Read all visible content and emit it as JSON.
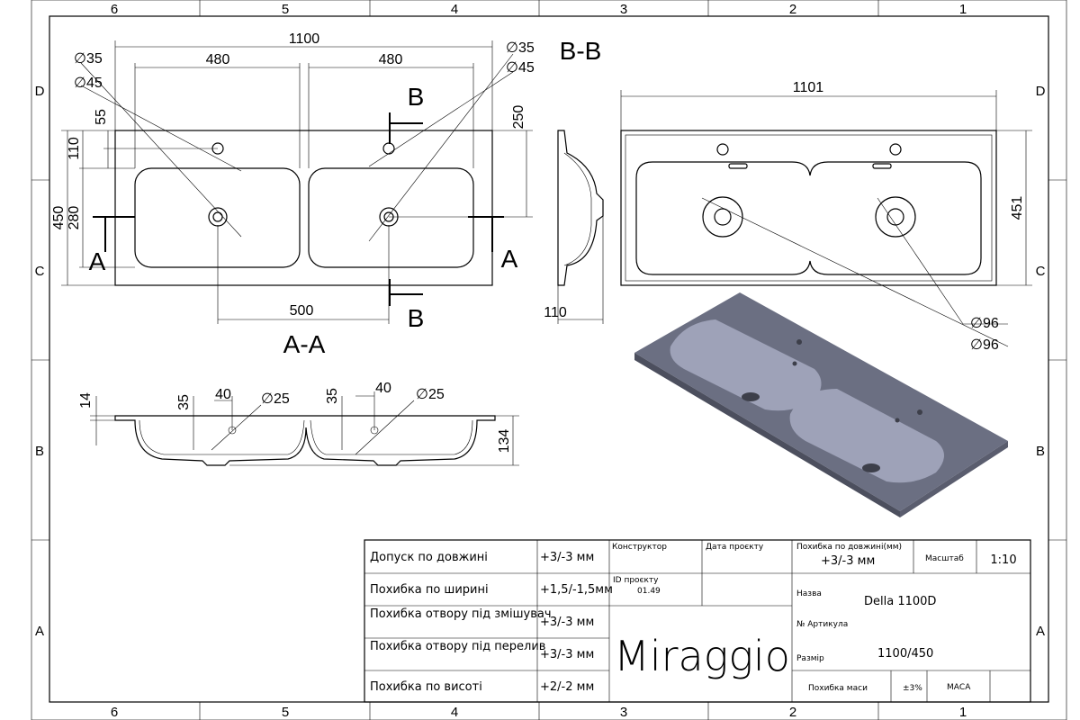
{
  "frame": {
    "columns": [
      "6",
      "5",
      "4",
      "3",
      "2",
      "1"
    ],
    "rows": [
      "D",
      "C",
      "B",
      "A"
    ]
  },
  "views": {
    "plan": {
      "width": "1100",
      "half1": "480",
      "half2": "480",
      "d35": "∅35",
      "d45": "∅45",
      "h55": "55",
      "h110": "110",
      "h250": "250",
      "h280": "280",
      "h450": "450",
      "w500": "500",
      "section_a": "A",
      "section_b": "B"
    },
    "section_bb": {
      "title": "B-B",
      "depth": "110"
    },
    "section_aa": {
      "title": "A-A",
      "h14": "14",
      "h35a": "35",
      "w40a": "40",
      "d25a": "∅25",
      "h35b": "35",
      "w40b": "40",
      "d25b": "∅25",
      "h134": "134"
    },
    "top": {
      "width": "1101",
      "height": "451",
      "d96a": "∅96",
      "d96b": "∅96"
    }
  },
  "title_block": {
    "tolerances": [
      {
        "label": "Допуск по довжині",
        "value": "+3/-3 мм"
      },
      {
        "label": "Похибка по ширині",
        "value": "+1,5/-1,5мм"
      },
      {
        "label": "Похибка отвору під змішувач",
        "value": "+3/-3 мм"
      },
      {
        "label": "Похибка отвору під перелив",
        "value": "+3/-3 мм"
      },
      {
        "label": "Похибка по висоті",
        "value": "+2/-2 мм"
      }
    ],
    "designer_label": "Конструктор",
    "date_label": "Дата проєкту",
    "project_id_label": "ID проєкту",
    "project_id": "01.49",
    "brand": "Miraggio",
    "length_tol_label": "Похибка по довжині(мм)",
    "length_tol": "+3/-3 мм",
    "scale_label": "Масштаб",
    "scale": "1:10",
    "name_label": "Назва",
    "name": "Della 1100D",
    "article_label": "№ Артикула",
    "size_label": "Размір",
    "size": "1100/450",
    "mass_tol_label": "Похибка маси",
    "mass_tol": "±3%",
    "mass_label": "МАСА"
  }
}
